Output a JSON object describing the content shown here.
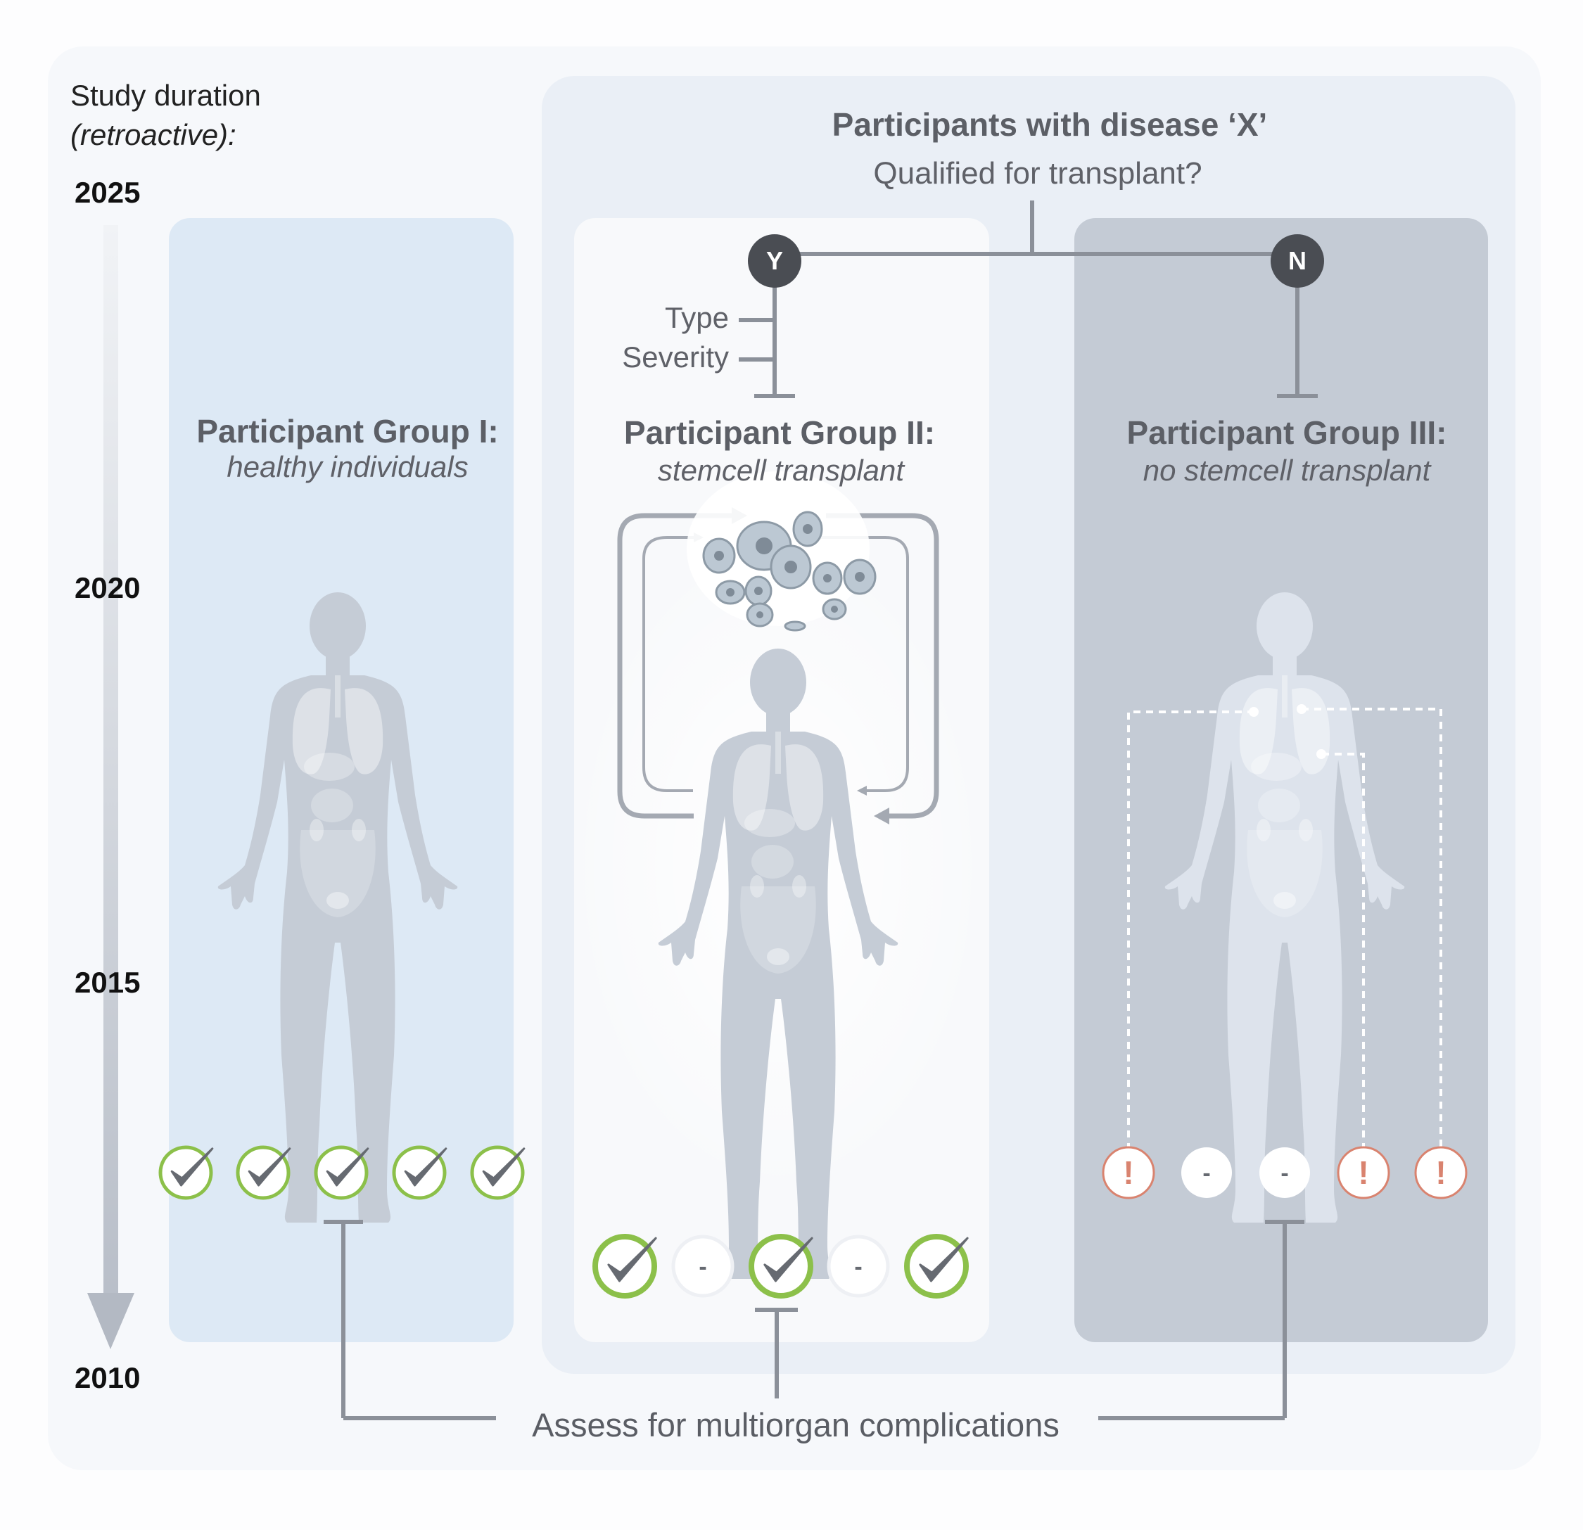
{
  "study": {
    "label": "Study duration",
    "label_italic": "(retroactive):",
    "years": [
      "2025",
      "2020",
      "2015",
      "2010"
    ]
  },
  "disease": {
    "title": "Participants with disease ‘X’",
    "question": "Qualified for transplant?",
    "yes_label": "Y",
    "no_label": "N",
    "criteria": [
      "Type",
      "Severity"
    ]
  },
  "groups": [
    {
      "title": "Participant Group I:",
      "subtitle": "healthy individuals"
    },
    {
      "title": "Participant Group II:",
      "subtitle": "stemcell transplant"
    },
    {
      "title": "Participant Group III:",
      "subtitle": "no stemcell transplant"
    }
  ],
  "outcomes": {
    "group1": [
      "check",
      "check",
      "check",
      "check",
      "check"
    ],
    "group2": [
      "check",
      "dash",
      "check",
      "dash",
      "check"
    ],
    "group3": [
      "alert",
      "dash",
      "dash",
      "alert",
      "alert"
    ],
    "dash_text": "-",
    "alert_text": "!"
  },
  "footer": {
    "assess_label": "Assess for multiorgan complications"
  },
  "colors": {
    "check_green": "#8cc04a",
    "alert_red": "#d9836f",
    "connector_gray": "#8b9099",
    "node_dark": "#4a4d53"
  },
  "icons": [
    "human-body-icon",
    "stem-cells-icon",
    "checkmark-icon",
    "dash-icon",
    "alert-icon"
  ]
}
